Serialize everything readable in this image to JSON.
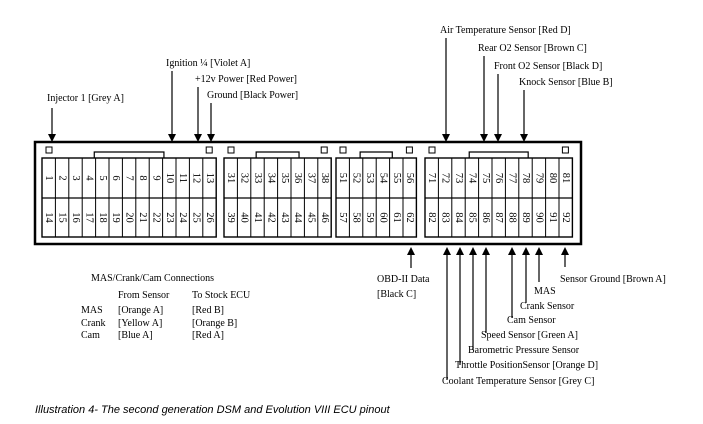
{
  "caption": "Illustration 4- The second generation DSM and Evolution VIII ECU pinout",
  "connectors": [
    {
      "top": [
        "1",
        "2",
        "3",
        "4",
        "5",
        "6",
        "7",
        "8",
        "9",
        "10",
        "11",
        "12",
        "13"
      ],
      "bottom": [
        "14",
        "15",
        "16",
        "17",
        "18",
        "19",
        "20",
        "21",
        "22",
        "23",
        "24",
        "25",
        "26"
      ]
    },
    {
      "top": [
        "31",
        "32",
        "33",
        "34",
        "35",
        "36",
        "37",
        "38"
      ],
      "bottom": [
        "39",
        "40",
        "41",
        "42",
        "43",
        "44",
        "45",
        "46"
      ]
    },
    {
      "top": [
        "51",
        "52",
        "53",
        "54",
        "55",
        "56"
      ],
      "bottom": [
        "57",
        "58",
        "59",
        "60",
        "61",
        "62"
      ]
    },
    {
      "top": [
        "71",
        "72",
        "73",
        "74",
        "75",
        "76",
        "77",
        "78",
        "79",
        "80",
        "81"
      ],
      "bottom": [
        "82",
        "83",
        "84",
        "85",
        "86",
        "87",
        "88",
        "89",
        "90",
        "91",
        "92"
      ]
    }
  ],
  "labels": {
    "injector1": "Injector 1 [Grey A]",
    "ignition": "Ignition ¼ [Violet A]",
    "power12v": "+12v Power [Red Power]",
    "ground": "Ground [Black Power]",
    "air_temp": "Air Temperature Sensor [Red D]",
    "rear_o2": "Rear O2 Sensor [Brown C]",
    "front_o2": "Front O2 Sensor [Black D]",
    "knock": "Knock Sensor [Blue B]",
    "obd_line1": "OBD-II Data",
    "obd_line2": "[Black C]",
    "sensor_ground": "Sensor Ground [Brown A]",
    "mas": "MAS",
    "crank_sensor": "Crank Sensor",
    "cam_sensor": "Cam Sensor",
    "speed_sensor": "Speed Sensor [Green A]",
    "baro_sensor": "Barometric Pressure Sensor",
    "throttle_sensor": "Throttle PositionSensor [Orange D]",
    "coolant_sensor": "Coolant Temperature Sensor [Grey C]"
  },
  "mas_table": {
    "title": "MAS/Crank/Cam Connections",
    "header_from": "From Sensor",
    "header_to": "To Stock ECU",
    "rows": [
      {
        "name": "MAS",
        "from": "[Orange A]",
        "to": "[Red B]"
      },
      {
        "name": "Crank",
        "from": "[Yellow A]",
        "to": "[Orange B]"
      },
      {
        "name": "Cam",
        "from": "[Blue A]",
        "to": "[Red A]"
      }
    ]
  }
}
